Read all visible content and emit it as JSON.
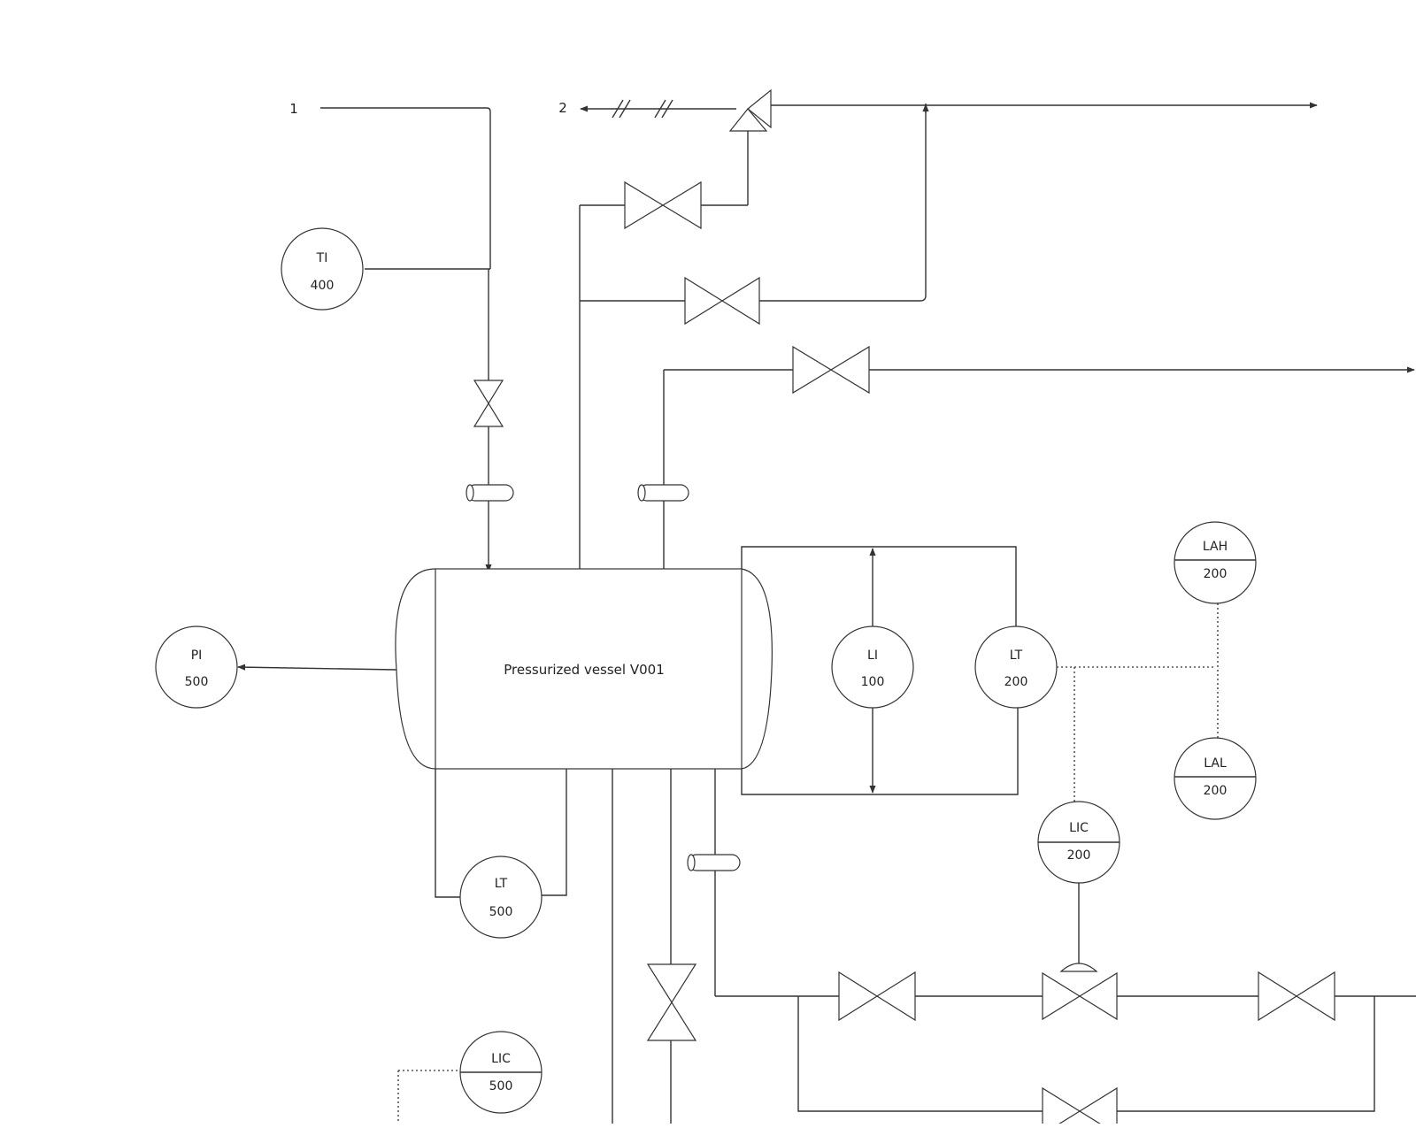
{
  "vessel": {
    "label": "Pressurized vessel V001"
  },
  "streams": {
    "inlet": "1",
    "outlet": "2"
  },
  "instruments": {
    "ti400": {
      "func": "TI",
      "num": "400"
    },
    "pi500": {
      "func": "PI",
      "num": "500"
    },
    "li100": {
      "func": "LI",
      "num": "100"
    },
    "lt200": {
      "func": "LT",
      "num": "200"
    },
    "lah200": {
      "func": "LAH",
      "num": "200"
    },
    "lal200": {
      "func": "LAL",
      "num": "200"
    },
    "lic200": {
      "func": "LIC",
      "num": "200"
    },
    "lt500": {
      "func": "LT",
      "num": "500"
    },
    "lic500": {
      "func": "LIC",
      "num": "500"
    }
  }
}
